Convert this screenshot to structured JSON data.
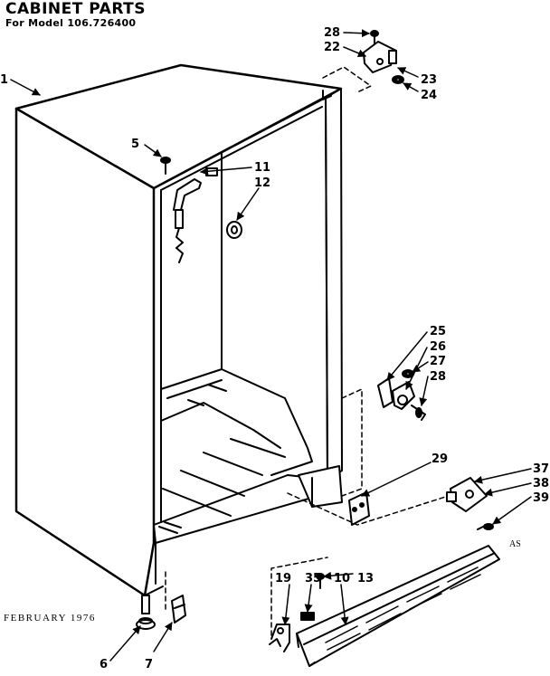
{
  "title": "CABINET PARTS",
  "subtitle": "For Model 106.726400",
  "footer": "FEBRUARY 1976",
  "drawing_code": "AS",
  "callouts": [
    {
      "id": "c1",
      "text": "1"
    },
    {
      "id": "c5",
      "text": "5"
    },
    {
      "id": "c11",
      "text": "11"
    },
    {
      "id": "c12",
      "text": "12"
    },
    {
      "id": "c28a",
      "text": "28"
    },
    {
      "id": "c22",
      "text": "22"
    },
    {
      "id": "c23",
      "text": "23"
    },
    {
      "id": "c24",
      "text": "24"
    },
    {
      "id": "c25",
      "text": "25"
    },
    {
      "id": "c26",
      "text": "26"
    },
    {
      "id": "c27",
      "text": "27"
    },
    {
      "id": "c28b",
      "text": "28"
    },
    {
      "id": "c29",
      "text": "29"
    },
    {
      "id": "c37",
      "text": "37"
    },
    {
      "id": "c38",
      "text": "38"
    },
    {
      "id": "c39",
      "text": "39"
    },
    {
      "id": "c19",
      "text": "19"
    },
    {
      "id": "c35",
      "text": "35"
    },
    {
      "id": "c10",
      "text": "10"
    },
    {
      "id": "c13",
      "text": "13"
    },
    {
      "id": "c6",
      "text": "6"
    },
    {
      "id": "c7",
      "text": "7"
    }
  ]
}
